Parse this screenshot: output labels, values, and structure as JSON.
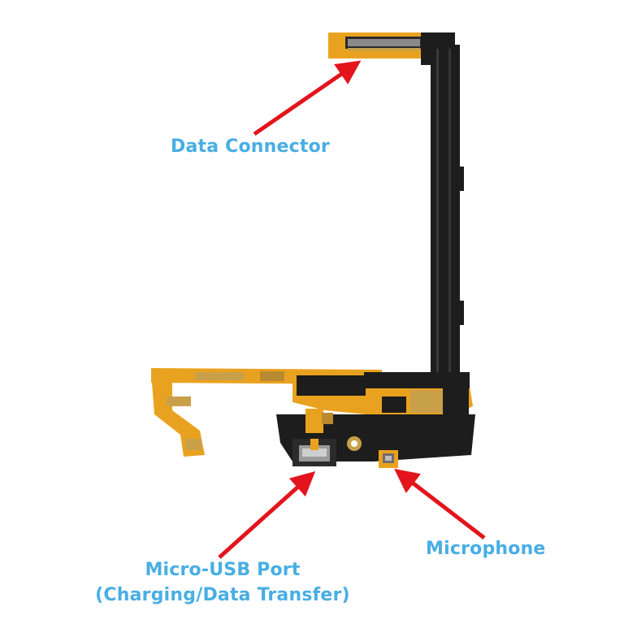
{
  "labels": {
    "data_connector": "Data Connector",
    "microphone": "Microphone",
    "usb_line1": "Micro-USB Port",
    "usb_line2": "(Charging/Data Transfer)"
  },
  "colors": {
    "label": "#48aee3",
    "arrow": "#e3141c",
    "flex_orange": "#e9a21f",
    "flex_dark": "#1d1d1d",
    "gold": "#c9a04a"
  }
}
